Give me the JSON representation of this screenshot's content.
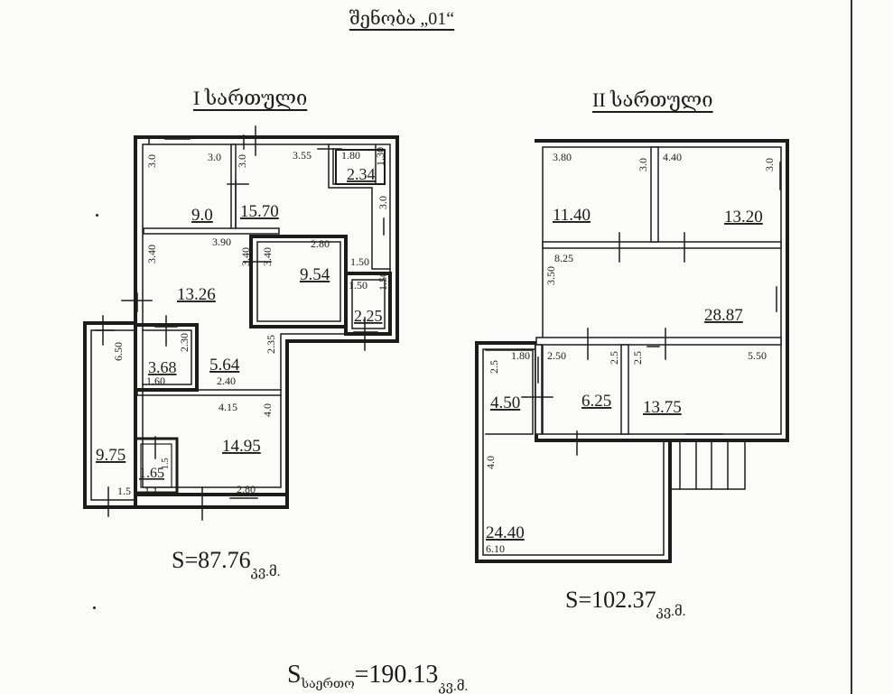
{
  "title": "შენობა „01“",
  "floors": {
    "first": {
      "title": "I სართული",
      "area_value": "S=87.76",
      "area_unit": "კვ.მ.",
      "rooms": [
        {
          "area": "9.0",
          "dims": [
            "3.0",
            "3.0"
          ]
        },
        {
          "area": "15.70",
          "dims": [
            "3.0",
            "3.55",
            "3.0"
          ]
        },
        {
          "area": "2.34",
          "dims": [
            "1.80",
            "1.30"
          ]
        },
        {
          "area": "13.26",
          "dims": [
            "3.40",
            "3.90",
            "3.40"
          ]
        },
        {
          "area": "9.54",
          "dims": [
            "3.40",
            "2.80"
          ]
        },
        {
          "area": "2.25",
          "dims": [
            "1.50",
            "1.50",
            "1.50"
          ]
        },
        {
          "area": "3.68",
          "dims": [
            "2.30",
            "1.60"
          ]
        },
        {
          "area": "5.64",
          "dims": [
            "2.35",
            "2.40"
          ]
        },
        {
          "area": "9.75",
          "dims": [
            "6.50",
            "1.5"
          ]
        },
        {
          "area": "1.65",
          "dims": [
            "1.5",
            "1.1"
          ]
        },
        {
          "area": "14.95",
          "dims": [
            "4.15",
            "4.0",
            "2.80"
          ]
        }
      ]
    },
    "second": {
      "title": "II სართული",
      "area_value": "S=102.37",
      "area_unit": "კვ.მ.",
      "rooms": [
        {
          "area": "11.40",
          "dims": [
            "3.80",
            "3.0"
          ]
        },
        {
          "area": "13.20",
          "dims": [
            "4.40",
            "3.0"
          ]
        },
        {
          "area": "28.87",
          "dims": [
            "3.50",
            "8.25"
          ]
        },
        {
          "area": "4.50",
          "dims": [
            "2.5",
            "1.80"
          ]
        },
        {
          "area": "6.25",
          "dims": [
            "2.50",
            "2.5"
          ]
        },
        {
          "area": "13.75",
          "dims": [
            "2.5",
            "5.50"
          ]
        },
        {
          "area": "24.40",
          "dims": [
            "4.0",
            "6.10"
          ]
        }
      ]
    }
  },
  "total": {
    "prefix": "S",
    "subscript": "საერთო",
    "value": "=190.13",
    "unit": "კვ.მ."
  }
}
